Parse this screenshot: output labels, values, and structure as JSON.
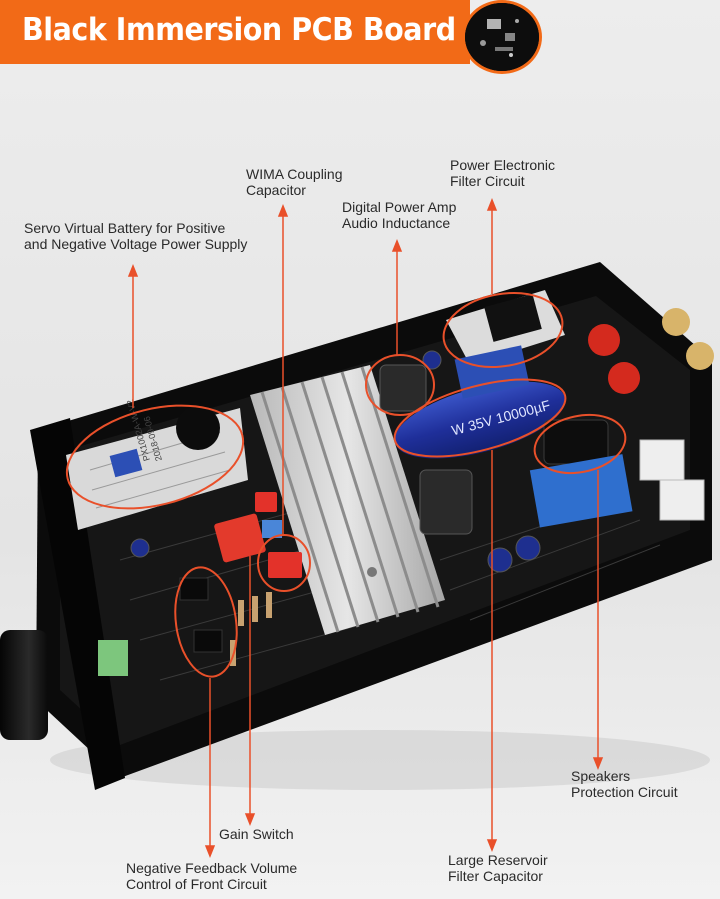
{
  "banner": {
    "title": "Black Immersion PCB Board"
  },
  "board_print": {
    "model": "PX1002A-W-V2",
    "date": "2018-09-06"
  },
  "labels": {
    "servo_battery": "Servo Virtual Battery for Positive\nand Negative Voltage Power Supply",
    "wima_capacitor": "WIMA Coupling\nCapacitor",
    "digital_power_amp": "Digital Power Amp\nAudio Inductance",
    "power_filter": "Power Electronic\nFilter Circuit",
    "speakers_protection": "Speakers\nProtection Circuit",
    "gain_switch": "Gain Switch",
    "negative_feedback": "Negative Feedback Volume\nControl of Front Circuit",
    "reservoir_capacitor": "Large Reservoir\nFilter Capacitor"
  },
  "colors": {
    "accent": "#f26a17",
    "annotation": "#e9502a",
    "pcb": "#141414"
  }
}
